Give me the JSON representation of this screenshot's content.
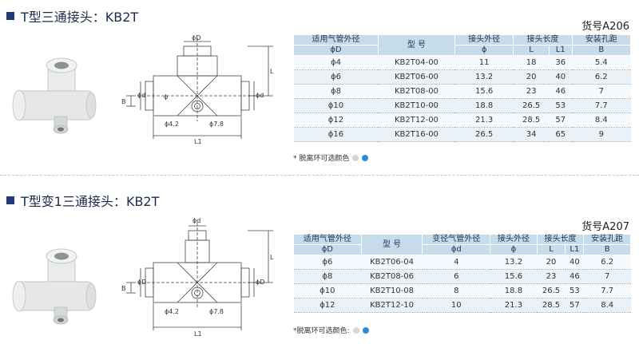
{
  "section1": {
    "title": "T型三通接头：KB2T",
    "model_code": "货号A206",
    "headers": {
      "col1": "适用气管外径",
      "col1_sub": "ϕD",
      "col2": "型 号",
      "col3": "接头外径",
      "col3_sub": "ϕ",
      "col4": "接头长度",
      "col4_sub1": "L",
      "col4_sub2": "L1",
      "col5": "安装孔距",
      "col5_sub": "B"
    },
    "rows": [
      {
        "d": "ϕ4",
        "model": "KB2T04-00",
        "od": "11",
        "l": "18",
        "l1": "36",
        "b": "5.4"
      },
      {
        "d": "ϕ6",
        "model": "KB2T06-00",
        "od": "13.2",
        "l": "20",
        "l1": "40",
        "b": "6.2"
      },
      {
        "d": "ϕ8",
        "model": "KB2T08-00",
        "od": "15.6",
        "l": "23",
        "l1": "46",
        "b": "7"
      },
      {
        "d": "ϕ10",
        "model": "KB2T10-00",
        "od": "18.8",
        "l": "26.5",
        "l1": "53",
        "b": "7.7"
      },
      {
        "d": "ϕ12",
        "model": "KB2T12-00",
        "od": "21.3",
        "l": "28.5",
        "l1": "57",
        "b": "8.4"
      },
      {
        "d": "ϕ16",
        "model": "KB2T16-00",
        "od": "26.5",
        "l": "34",
        "l1": "65",
        "b": "9"
      }
    ],
    "note": "* 脱离环可选颜色",
    "dims": {
      "phiD": "ϕD",
      "phid": "ϕd",
      "phi42": "ϕ4.2",
      "phi78": "ϕ7.8",
      "L": "L",
      "L1": "L1",
      "B": "B",
      "phi": "ϕ"
    }
  },
  "section2": {
    "title": "T型变1三通接头：KB2T",
    "model_code": "货号A207",
    "headers": {
      "col1": "适用气管外径",
      "col1_sub": "ϕD",
      "col2": "型 号",
      "col3": "变径气管外径",
      "col3_sub": "ϕd",
      "col4": "接头外径",
      "col4_sub": "ϕ",
      "col5": "接头长度",
      "col5_sub1": "L",
      "col5_sub2": "L1",
      "col6": "安装孔距",
      "col6_sub": "B"
    },
    "rows": [
      {
        "d": "ϕ6",
        "model": "KB2T06-04",
        "rd": "4",
        "od": "13.2",
        "l": "20",
        "l1": "40",
        "b": "6.2"
      },
      {
        "d": "ϕ8",
        "model": "KB2T08-06",
        "rd": "6",
        "od": "15.6",
        "l": "23",
        "l1": "46",
        "b": "7"
      },
      {
        "d": "ϕ10",
        "model": "KB2T10-08",
        "rd": "8",
        "od": "18.8",
        "l": "26.5",
        "l1": "53",
        "b": "7.7"
      },
      {
        "d": "ϕ12",
        "model": "KB2T12-10",
        "rd": "10",
        "od": "21.3",
        "l": "28.5",
        "l1": "57",
        "b": "8.4"
      }
    ],
    "note": "*脱离环可选颜色:",
    "dims": {
      "phiD": "ϕD",
      "phid": "ϕd",
      "phi42": "ϕ4.2",
      "phi78": "ϕ7.8",
      "L": "L",
      "L1": "L1",
      "B": "B",
      "phid2": "ϕd"
    }
  },
  "colors": {
    "ring_gray": "#d6d6d6",
    "ring_blue": "#2b8bd8",
    "header_bg": "#c7dcea",
    "title_square": "#223a7a"
  }
}
